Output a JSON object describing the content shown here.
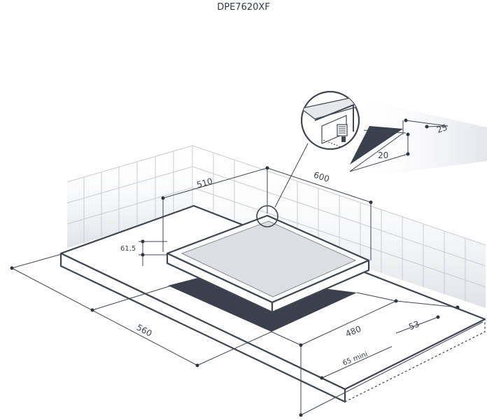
{
  "title": "DPE7620XF",
  "dimensions": {
    "d510": "510",
    "d600": "600",
    "d25": "25",
    "d20": "20",
    "d61_5": "61,5",
    "d560": "560",
    "d480": "480",
    "d53": "53",
    "d65": "65 mini"
  },
  "colors": {
    "line": "#3f4651",
    "cutout": "#3b414c",
    "hob_glass": "#dcdee2",
    "wall_shade": "#e6e8ec",
    "tile_line": "#c9ccd2"
  }
}
